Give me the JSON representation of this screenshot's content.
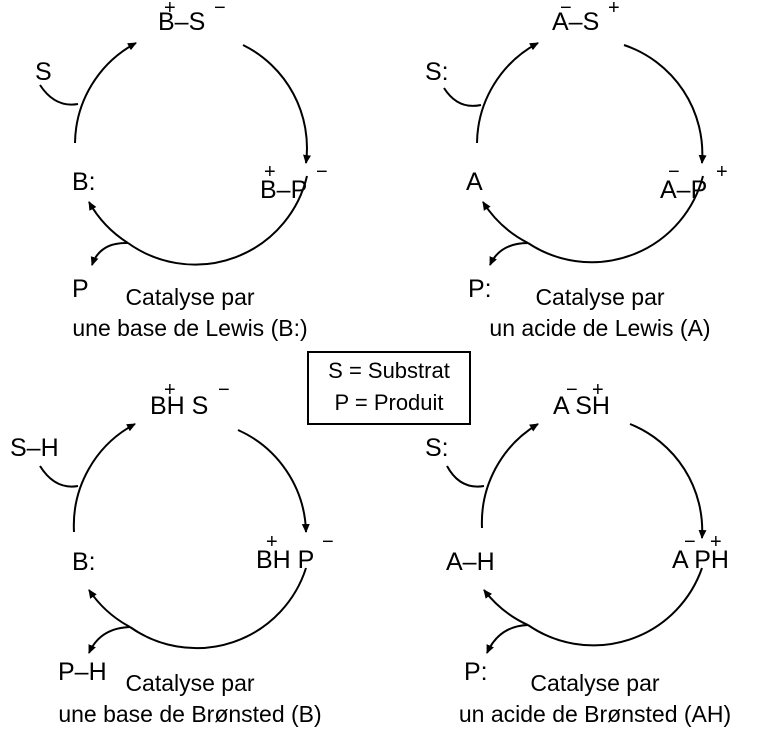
{
  "legend": {
    "line1": "S = Substrat",
    "line2": "P = Produit"
  },
  "cycles": [
    {
      "id": "lewis-base",
      "caption": [
        "Catalyse par",
        "une base de Lewis (B:)"
      ],
      "entering": "S",
      "leaving": "P",
      "catalyst": "B:",
      "intermediate1": "B–S",
      "intermediate1_charges": [
        "+",
        "−"
      ],
      "intermediate2": "B–P",
      "intermediate2_charges": [
        "+",
        "−"
      ]
    },
    {
      "id": "lewis-acid",
      "caption": [
        "Catalyse par",
        "un acide de Lewis (A)"
      ],
      "entering": "S:",
      "leaving": "P:",
      "catalyst": "A",
      "intermediate1": "A–S",
      "intermediate1_charges": [
        "−",
        "+"
      ],
      "intermediate2": "A–P",
      "intermediate2_charges": [
        "−",
        "+"
      ]
    },
    {
      "id": "bronsted-base",
      "caption": [
        "Catalyse par",
        "une base de Brønsted (B)"
      ],
      "entering": "S–H",
      "leaving": "P–H",
      "catalyst": "B:",
      "intermediate1": "BH S",
      "intermediate1_charges": [
        "+",
        "−"
      ],
      "intermediate2": "BH P",
      "intermediate2_charges": [
        "+",
        "−"
      ]
    },
    {
      "id": "bronsted-acid",
      "caption": [
        "Catalyse par",
        "un acide de Brønsted (AH)"
      ],
      "entering": "S:",
      "leaving": "P:",
      "catalyst": "A–H",
      "intermediate1": "A SH",
      "intermediate1_charges": [
        "−",
        "+"
      ],
      "intermediate2": "A PH",
      "intermediate2_charges": [
        "−",
        "+"
      ]
    }
  ]
}
